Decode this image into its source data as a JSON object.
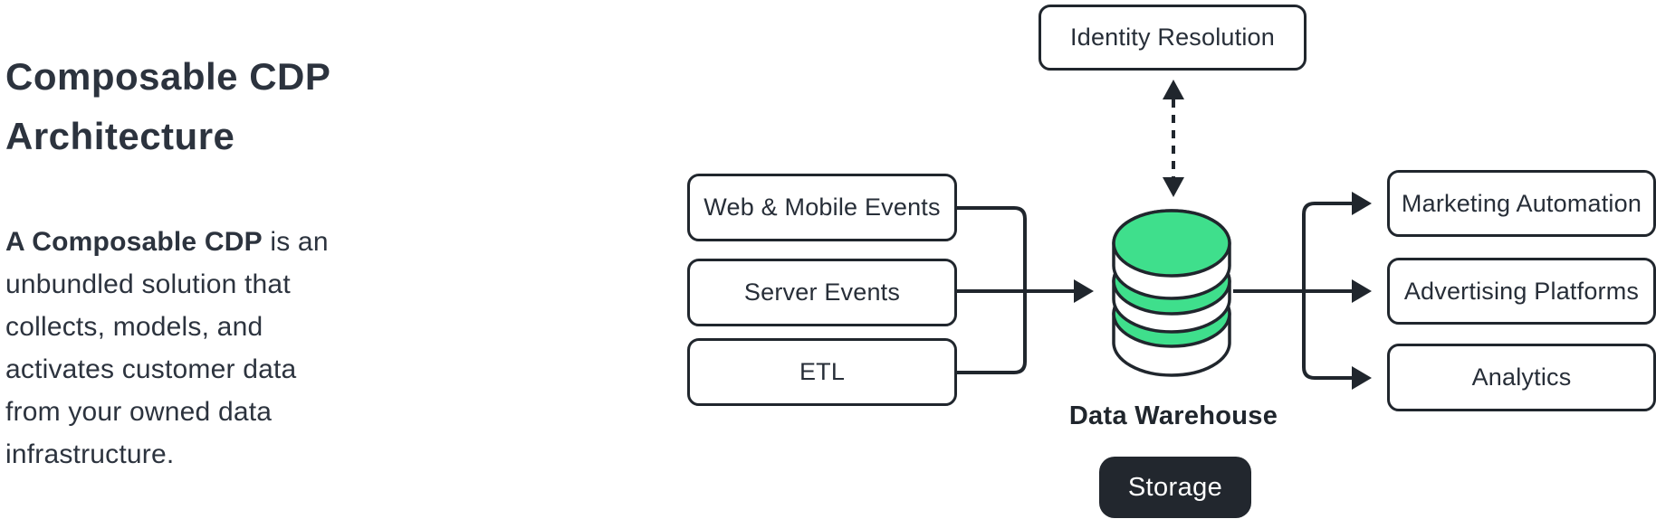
{
  "intro": {
    "title_line1": "Composable CDP",
    "title_line2": "Architecture",
    "description_bold": "A Composable CDP",
    "description_line1_rest": " is an",
    "description_lines": [
      "unbundled solution that",
      "collects, models, and",
      "activates customer data",
      "from your owned data",
      "infrastructure."
    ]
  },
  "diagram": {
    "identity_box_label": "Identity Resolution",
    "source_boxes": [
      {
        "label": "Web & Mobile Events"
      },
      {
        "label": "Server Events"
      },
      {
        "label": "ETL"
      }
    ],
    "warehouse_label": "Data Warehouse",
    "storage_button_label": "Storage",
    "destination_boxes": [
      {
        "label": "Marketing Automation"
      },
      {
        "label": "Advertising Platforms"
      },
      {
        "label": "Analytics"
      }
    ],
    "icons": {
      "database_icon": "database-cylinder-icon",
      "sync_arrow_icon": "double-headed-dashed-arrow-icon"
    }
  },
  "colors": {
    "ink": "#20262D",
    "text": "#2C333E",
    "accent_green": "#3FDF8C",
    "box_background": "#FFFFFF",
    "storage_background": "#22272E",
    "storage_text": "#FFFFFF",
    "page_background": "#FFFFFF"
  }
}
